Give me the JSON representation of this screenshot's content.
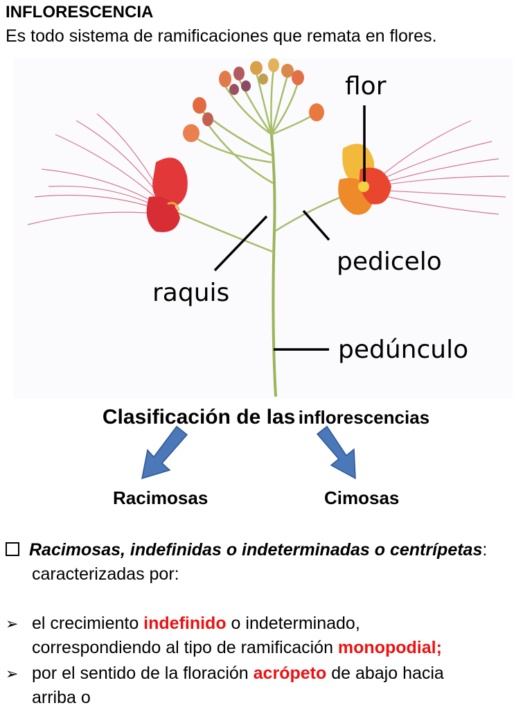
{
  "header": {
    "title": "INFLORESCENCIA",
    "subtitle": "Es todo sistema de ramificaciones que remata en flores."
  },
  "figure": {
    "labels": {
      "flor": "flor",
      "pedicelo": "pedicelo",
      "raquis": "raquis",
      "pedunculo": "pedúnculo"
    }
  },
  "classification": {
    "heading_part1": "Clasificación de las",
    "heading_part2": "inflorescencias",
    "left": "Racimosas",
    "right": "Cimosas",
    "arrow_color": "#4a78b8"
  },
  "section": {
    "title_italic": "Racimosas, indefinidas o indeterminadas o centrípetas",
    "title_colon": ":",
    "intro": "caracterizadas por:",
    "item1_a": "el crecimiento ",
    "item1_red1": "indefinido",
    "item1_b": " o indeterminado,",
    "item1_c": "correspondiendo al tipo de ramificación ",
    "item1_red2": "monopodial;",
    "item2_a": "por el sentido de la floración ",
    "item2_red": "acrópeto",
    "item2_b": " de abajo hacia",
    "item2_c": "arriba o",
    "highlight_color": "#ee1111"
  }
}
